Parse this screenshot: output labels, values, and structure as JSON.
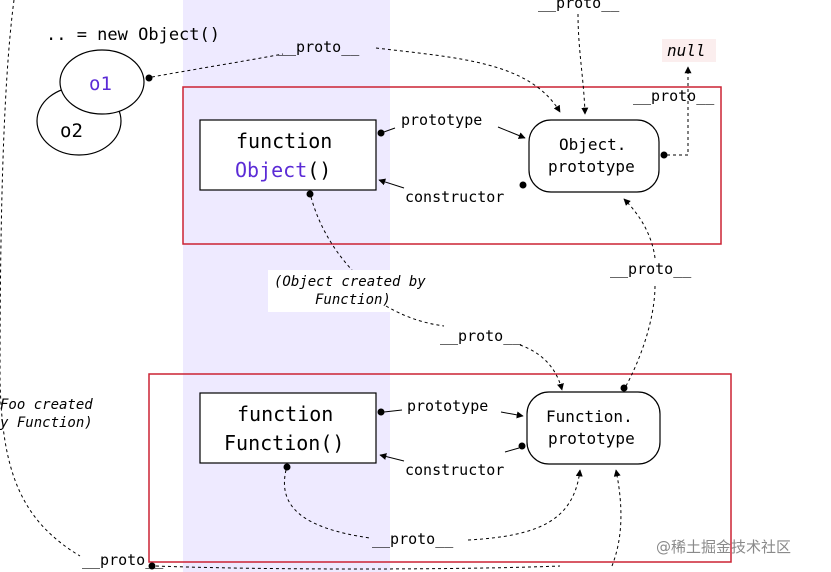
{
  "header": {
    "new_object_expr": ".. = new Object()"
  },
  "objects": {
    "o1": "o1",
    "o2": "o2"
  },
  "null_label": "null",
  "proto_label": "__proto__",
  "object_fn": {
    "keyword": "function",
    "name": "Object",
    "parens": "()"
  },
  "object_prototype": {
    "line1": "Object.",
    "line2": "prototype"
  },
  "function_fn": {
    "keyword": "function",
    "name": "Function()"
  },
  "function_prototype": {
    "line1": "Function.",
    "line2": "prototype"
  },
  "edges": {
    "prototype": "prototype",
    "constructor": "constructor"
  },
  "notes": {
    "object_created_line1": "(Object created by",
    "object_created_line2": "Function)",
    "foo_created_line1": "Foo created",
    "foo_created_line2": "y Function)"
  },
  "watermark": "@稀土掘金技术社区",
  "colors": {
    "highlight_band": "#eeeaff",
    "group_border": "#cc2233",
    "keyword_purple": "#5b2bd6",
    "null_bg": "#fbeeee"
  }
}
